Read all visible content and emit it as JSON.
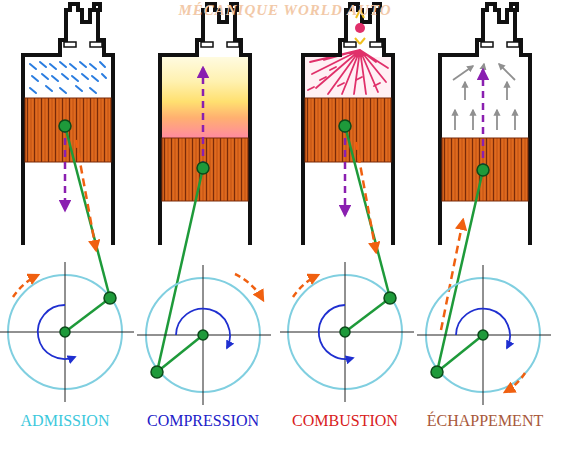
{
  "diagram": {
    "labels": [
      "MÉCANIQUE WORLD AUTO",
      "ADMISSION",
      "COMPRESSION",
      "COMBUSTION",
      "ÉCHAPPEMENT"
    ]
  }
}
